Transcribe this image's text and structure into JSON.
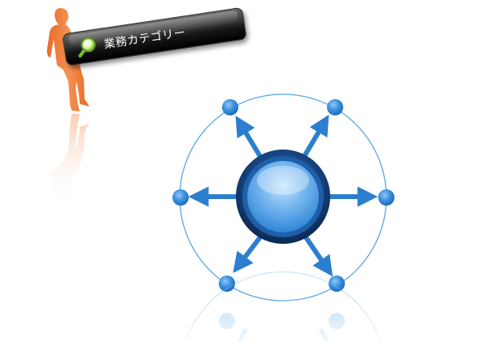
{
  "banner": {
    "title": "業務カテゴリー"
  },
  "diagram": {
    "hub_color": "#3b8fd9",
    "node_color": "#2f86d6",
    "ring_color": "#5aa6e6",
    "arrow_color": "#2c7fcf",
    "figure_color": "#f07f3c",
    "outer_nodes": [
      "right",
      "top-right",
      "top-left",
      "left",
      "bottom-left",
      "bottom-right"
    ]
  }
}
